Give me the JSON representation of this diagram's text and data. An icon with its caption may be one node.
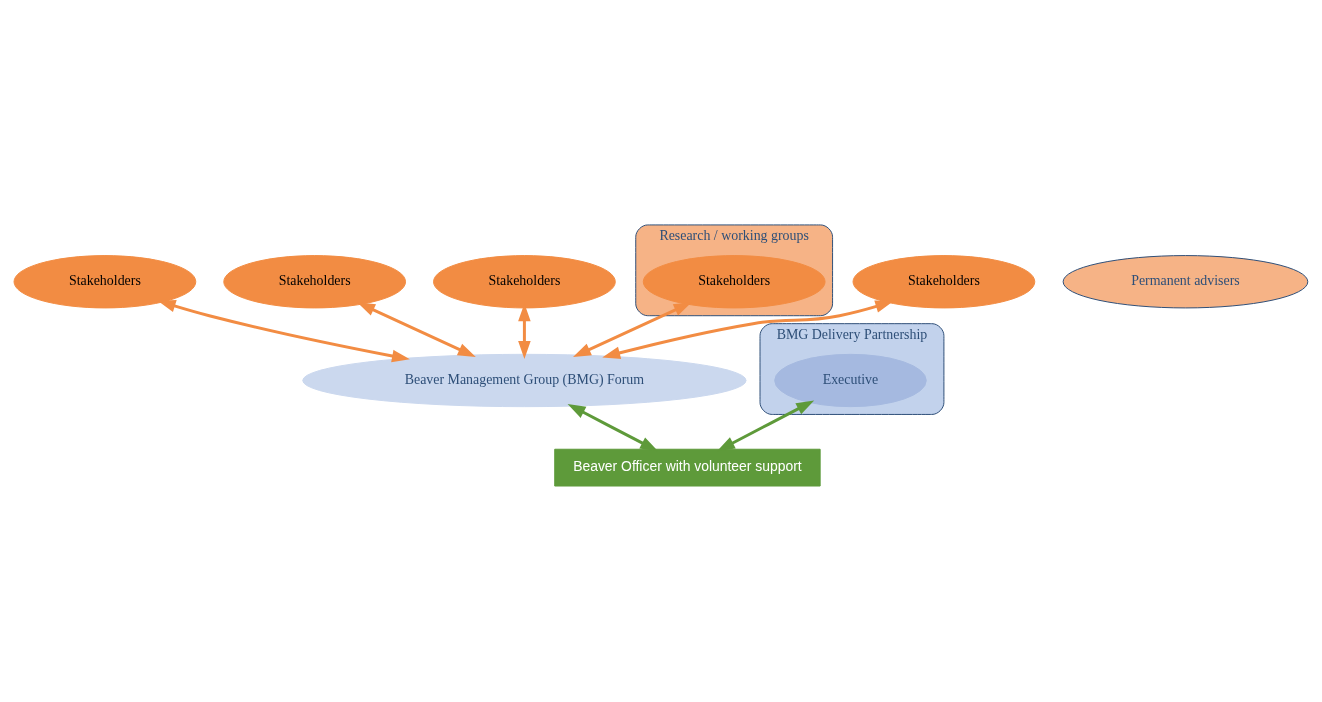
{
  "diagram": {
    "nodes": [
      {
        "text": [
          "Stakeholders"
        ]
      },
      {
        "text": [
          "Stakeholders"
        ]
      },
      {
        "text": [
          "Stakeholders"
        ]
      },
      {
        "text": [
          "Research / working groups"
        ]
      },
      {
        "text": [
          "Stakeholders"
        ],
        "in": 3
      },
      {
        "text": [
          "Stakeholders"
        ]
      },
      {
        "text": [
          "Beaver Management Group (BMG) Forum"
        ]
      },
      {
        "text": [
          "BMG Delivery Partnership"
        ]
      },
      {
        "text": [
          "Executive"
        ],
        "in": 7
      },
      {
        "text": [
          "Permanent advisers"
        ]
      },
      {
        "text": [
          "Beaver Officer with volunteer support"
        ]
      }
    ],
    "edges": [
      {
        "from": 1,
        "to": 6,
        "arrow": "both"
      },
      {
        "from": 0,
        "to": 6,
        "arrow": "both"
      },
      {
        "from": 2,
        "to": 6,
        "arrow": "both"
      },
      {
        "from": 4,
        "to": 6,
        "arrow": "both"
      },
      {
        "from": 5,
        "to": 6,
        "arrow": "both"
      },
      {
        "from": 6,
        "to": 10,
        "arrow": "both",
        "color": "#5e9a3a"
      },
      {
        "from": 8,
        "to": 10,
        "arrow": "both",
        "color": "#5e9a3a"
      }
    ]
  }
}
